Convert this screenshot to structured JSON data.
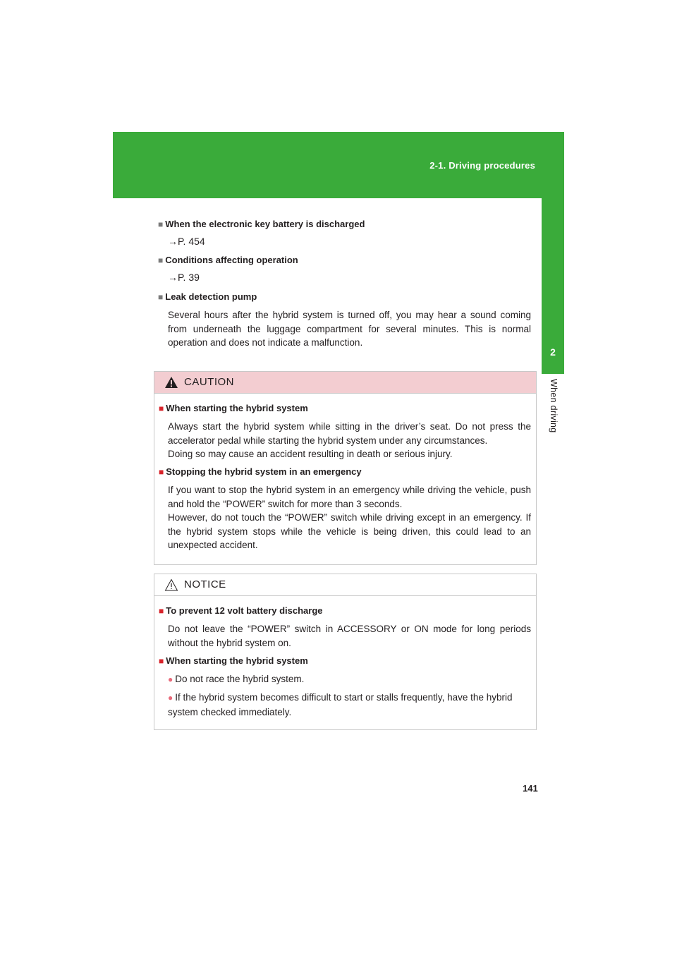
{
  "header": {
    "section_title": "2-1. Driving procedures"
  },
  "side_tab": {
    "number": "2",
    "label": "When driving"
  },
  "sections": [
    {
      "heading": "When the electronic key battery is discharged",
      "ref": "→P. 454"
    },
    {
      "heading": "Conditions affecting operation",
      "ref": "→P. 39"
    },
    {
      "heading": "Leak detection pump",
      "text": "Several hours after the hybrid system is turned off, you may hear a sound coming from underneath the luggage compartment for several minutes. This is normal operation and does not indicate a malfunction."
    }
  ],
  "caution": {
    "title": "CAUTION",
    "items": [
      {
        "heading": "When starting the hybrid system",
        "lines": [
          "Always start the hybrid system while sitting in the driver’s seat. Do not press the accelerator pedal while starting the hybrid system under any circumstances.",
          "Doing so may cause an accident resulting in death or serious injury."
        ]
      },
      {
        "heading": "Stopping the hybrid system in an emergency",
        "lines": [
          "If you want to stop the hybrid system in an emergency while driving the vehicle, push and hold the “POWER” switch for more than 3 seconds.",
          "However, do not touch the “POWER” switch while driving except in an emergency. If the hybrid system stops while the vehicle is being driven, this could lead to an unexpected accident."
        ]
      }
    ]
  },
  "notice": {
    "title": "NOTICE",
    "items": [
      {
        "heading": "To prevent 12 volt battery discharge",
        "text": "Do not leave the “POWER” switch in ACCESSORY or ON mode for long periods without the hybrid system on."
      },
      {
        "heading": "When starting the hybrid system",
        "bullets": [
          "Do not race the hybrid system.",
          "If the hybrid system becomes difficult to start or stalls frequently, have the hybrid system checked immediately."
        ]
      }
    ]
  },
  "page_number": "141",
  "colors": {
    "header_green": "#3aab3a",
    "caution_bg": "#f3cdd1",
    "caution_bullet": "#d8232a"
  }
}
